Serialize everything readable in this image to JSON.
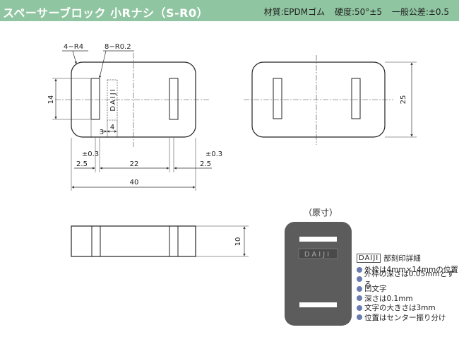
{
  "header": {
    "title": "スペーサーブロック 小Rナシ（S-R0）",
    "material": "材質:EPDMゴム",
    "hardness": "硬度:50°±5",
    "tolerance": "一般公差:±0.5"
  },
  "drawing": {
    "corner_radius_label": "4−R4",
    "slot_radius_label": "8−R0.2",
    "engrave_text": "DAIJI",
    "dim_14": "14",
    "dim_3": "3",
    "dim_4": "4",
    "dim_pm03_left": "±0.3",
    "dim_pm03_right": "±0.3",
    "dim_25_left": "2.5",
    "dim_22": "22",
    "dim_25_right": "2.5",
    "dim_40": "40",
    "dim_25_height": "25",
    "dim_10": "10"
  },
  "actual_size": {
    "label": "（原寸）",
    "engrave_text": "DAIJI"
  },
  "notes": {
    "box_label": "DAIJI",
    "heading": "部刻印詳細",
    "items": [
      "外枠は4mm×14mmの位置",
      "外枠の深さは0.05mmとする",
      "凹文字",
      "深さは0.1mm",
      "文字の大きさは3mm",
      "位置はセンター振り分け"
    ]
  },
  "colors": {
    "title_bar": "#8fc5a0",
    "part_fill": "#5c5c5c",
    "bullet": "#6a7bb0"
  }
}
